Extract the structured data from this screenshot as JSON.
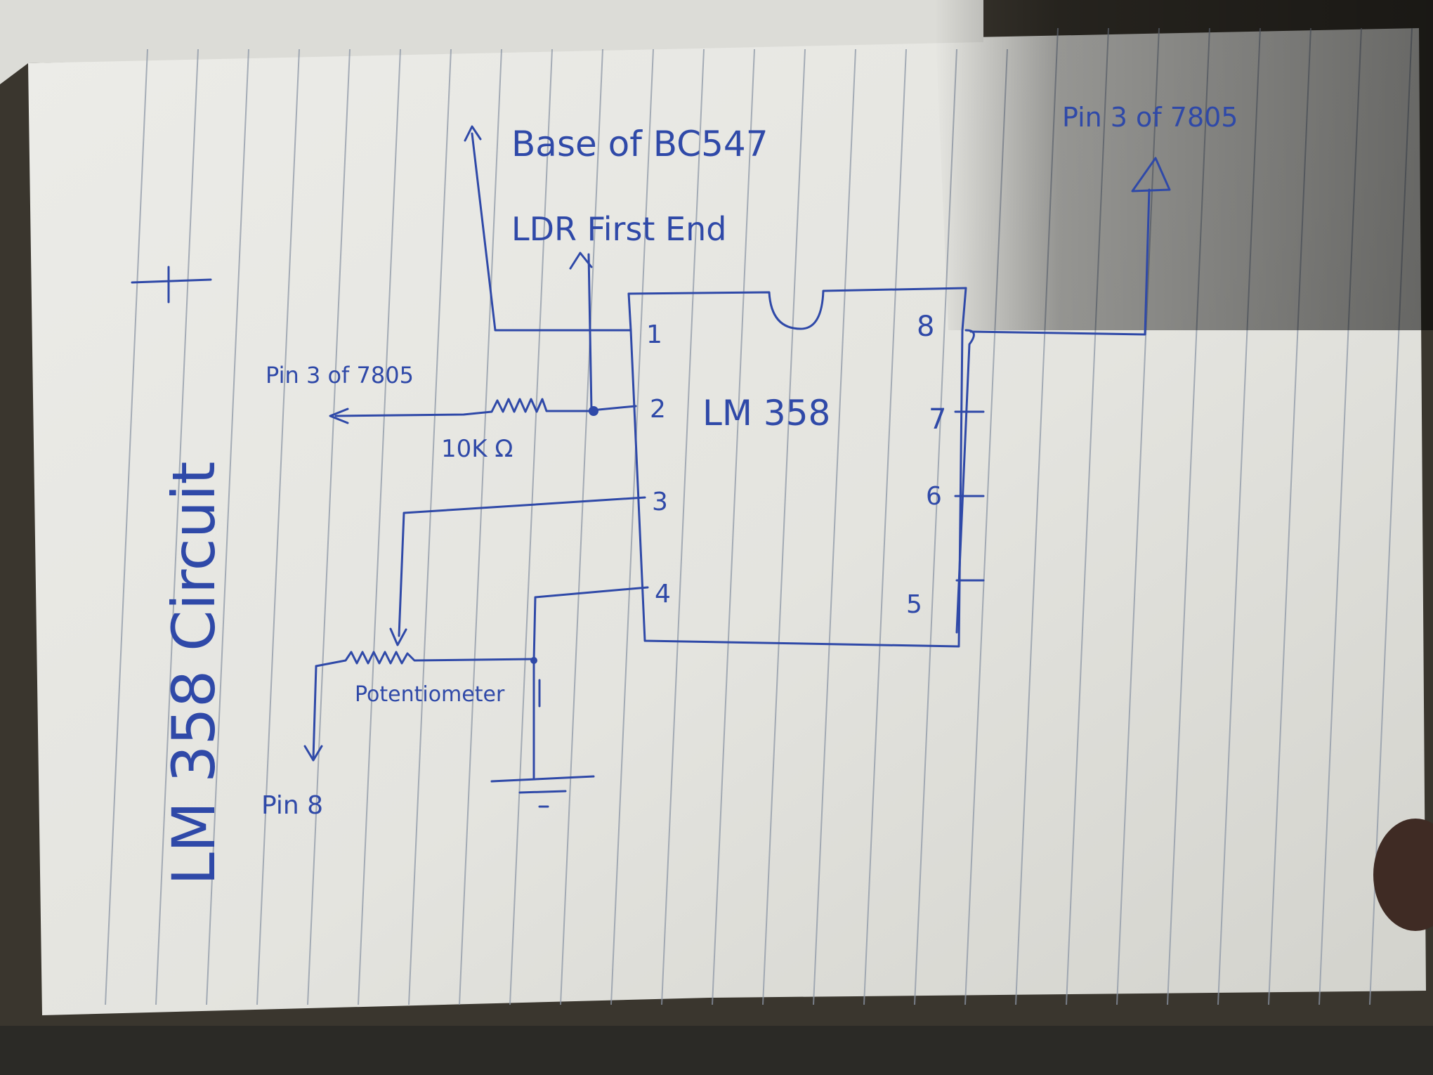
{
  "title": "LM 358 Circuit",
  "ic": {
    "name": "LM 358",
    "pins": [
      "1",
      "2",
      "3",
      "4",
      "5",
      "6",
      "7",
      "8"
    ]
  },
  "labels": {
    "pin1_to": "Base of BC547",
    "pin2_to": "LDR First End",
    "pin8_to": "Pin 3 of 7805",
    "resistor_to": "Pin 3 of 7805",
    "resistor_value": "10K Ω",
    "potentiometer": "Potentiometer",
    "pot_end_to": "Pin 8"
  },
  "colors": {
    "ink": "#2f49a8",
    "paper": "#e6e6e1",
    "rule_lines": "#8d97a6"
  }
}
